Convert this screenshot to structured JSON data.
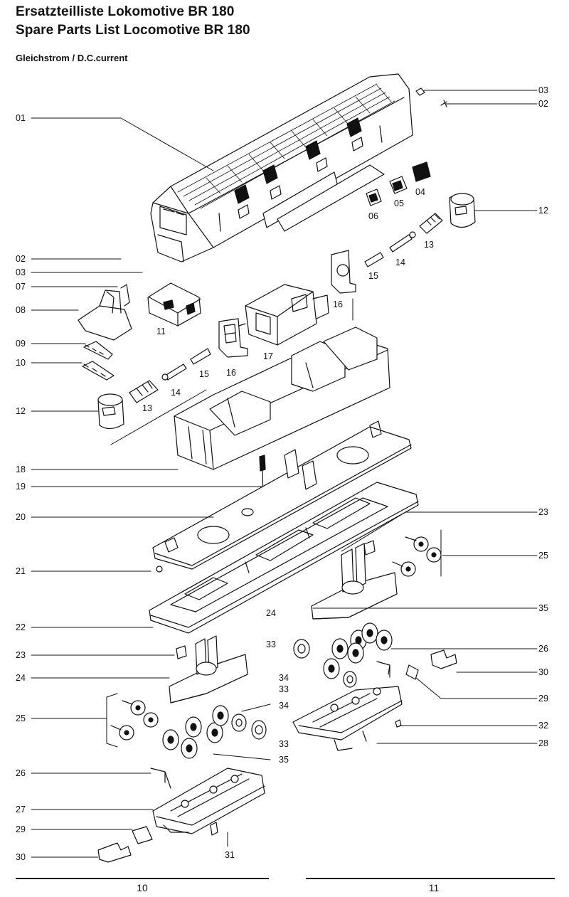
{
  "header": {
    "title_de": "Ersatzteilliste Lokomotive BR 180",
    "title_en": "Spare Parts List Locomotive BR 180",
    "subtitle": "Gleichstrom / D.C.current"
  },
  "footer": {
    "page_left": "10",
    "page_right": "11"
  },
  "part_labels": [
    "01",
    "02",
    "03",
    "04",
    "05",
    "06",
    "07",
    "08",
    "09",
    "10",
    "11",
    "12",
    "13",
    "14",
    "15",
    "16",
    "17",
    "18",
    "19",
    "20",
    "21",
    "22",
    "23",
    "24",
    "25",
    "26",
    "27",
    "28",
    "29",
    "30",
    "31",
    "32",
    "33",
    "34",
    "35"
  ]
}
